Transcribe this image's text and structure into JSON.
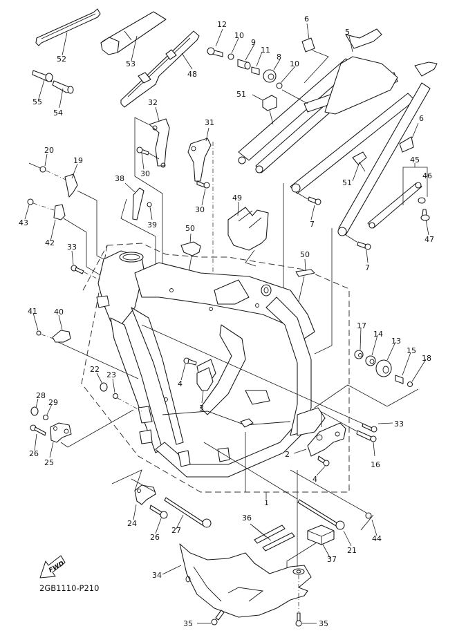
{
  "diagram": {
    "title": "Frame exploded parts diagram",
    "drawing_code": "2GB1110-P210",
    "forward_indicator": "FWD",
    "callouts": [
      {
        "id": "c1",
        "label": "1"
      },
      {
        "id": "c2",
        "label": "2"
      },
      {
        "id": "c3",
        "label": "3"
      },
      {
        "id": "c4a",
        "label": "4"
      },
      {
        "id": "c4b",
        "label": "4"
      },
      {
        "id": "c5",
        "label": "5"
      },
      {
        "id": "c6a",
        "label": "6"
      },
      {
        "id": "c6b",
        "label": "6"
      },
      {
        "id": "c7a",
        "label": "7"
      },
      {
        "id": "c7b",
        "label": "7"
      },
      {
        "id": "c8",
        "label": "8"
      },
      {
        "id": "c9",
        "label": "9"
      },
      {
        "id": "c10a",
        "label": "10"
      },
      {
        "id": "c10b",
        "label": "10"
      },
      {
        "id": "c11",
        "label": "11"
      },
      {
        "id": "c12",
        "label": "12"
      },
      {
        "id": "c13",
        "label": "13"
      },
      {
        "id": "c14",
        "label": "14"
      },
      {
        "id": "c15",
        "label": "15"
      },
      {
        "id": "c16",
        "label": "16"
      },
      {
        "id": "c17",
        "label": "17"
      },
      {
        "id": "c18",
        "label": "18"
      },
      {
        "id": "c19",
        "label": "19"
      },
      {
        "id": "c20",
        "label": "20"
      },
      {
        "id": "c21",
        "label": "21"
      },
      {
        "id": "c22",
        "label": "22"
      },
      {
        "id": "c23",
        "label": "23"
      },
      {
        "id": "c24",
        "label": "24"
      },
      {
        "id": "c25",
        "label": "25"
      },
      {
        "id": "c26a",
        "label": "26"
      },
      {
        "id": "c26b",
        "label": "26"
      },
      {
        "id": "c27",
        "label": "27"
      },
      {
        "id": "c28",
        "label": "28"
      },
      {
        "id": "c29",
        "label": "29"
      },
      {
        "id": "c30a",
        "label": "30"
      },
      {
        "id": "c30b",
        "label": "30"
      },
      {
        "id": "c31",
        "label": "31"
      },
      {
        "id": "c32",
        "label": "32"
      },
      {
        "id": "c33a",
        "label": "33"
      },
      {
        "id": "c33b",
        "label": "33"
      },
      {
        "id": "c34",
        "label": "34"
      },
      {
        "id": "c35a",
        "label": "35"
      },
      {
        "id": "c35b",
        "label": "35"
      },
      {
        "id": "c36",
        "label": "36"
      },
      {
        "id": "c37",
        "label": "37"
      },
      {
        "id": "c38",
        "label": "38"
      },
      {
        "id": "c39",
        "label": "39"
      },
      {
        "id": "c40",
        "label": "40"
      },
      {
        "id": "c41",
        "label": "41"
      },
      {
        "id": "c42",
        "label": "42"
      },
      {
        "id": "c43",
        "label": "43"
      },
      {
        "id": "c44",
        "label": "44"
      },
      {
        "id": "c45",
        "label": "45"
      },
      {
        "id": "c46",
        "label": "46"
      },
      {
        "id": "c47",
        "label": "47"
      },
      {
        "id": "c48",
        "label": "48"
      },
      {
        "id": "c49",
        "label": "49"
      },
      {
        "id": "c50a",
        "label": "50"
      },
      {
        "id": "c50b",
        "label": "50"
      },
      {
        "id": "c51a",
        "label": "51"
      },
      {
        "id": "c51b",
        "label": "51"
      },
      {
        "id": "c52",
        "label": "52"
      },
      {
        "id": "c53",
        "label": "53"
      },
      {
        "id": "c54",
        "label": "54"
      },
      {
        "id": "c55",
        "label": "55"
      }
    ]
  }
}
